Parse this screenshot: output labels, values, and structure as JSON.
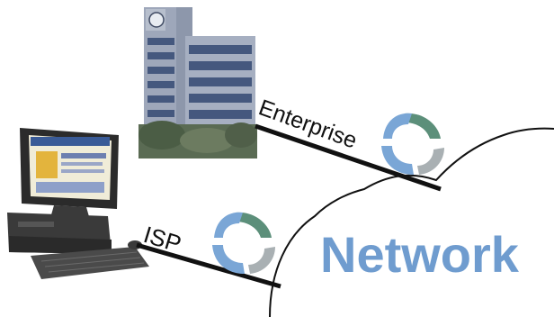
{
  "labels": {
    "enterprise": "Enterprise",
    "isp": "ISP",
    "network": "Network"
  },
  "icons": {
    "building": "office-building-icon",
    "computer": "desktop-computer-icon",
    "router_enterprise": "router-swirl-icon",
    "router_isp": "router-swirl-icon",
    "cloud": "network-cloud-icon"
  },
  "colors": {
    "network_text": "#6f9ccf",
    "swirl_blue": "#7aa6d6",
    "swirl_green": "#5c8f7a",
    "swirl_grey": "#a9b0b3",
    "building_stone": "#9fa8bb",
    "building_window": "#46597e",
    "link_line": "#111111"
  }
}
